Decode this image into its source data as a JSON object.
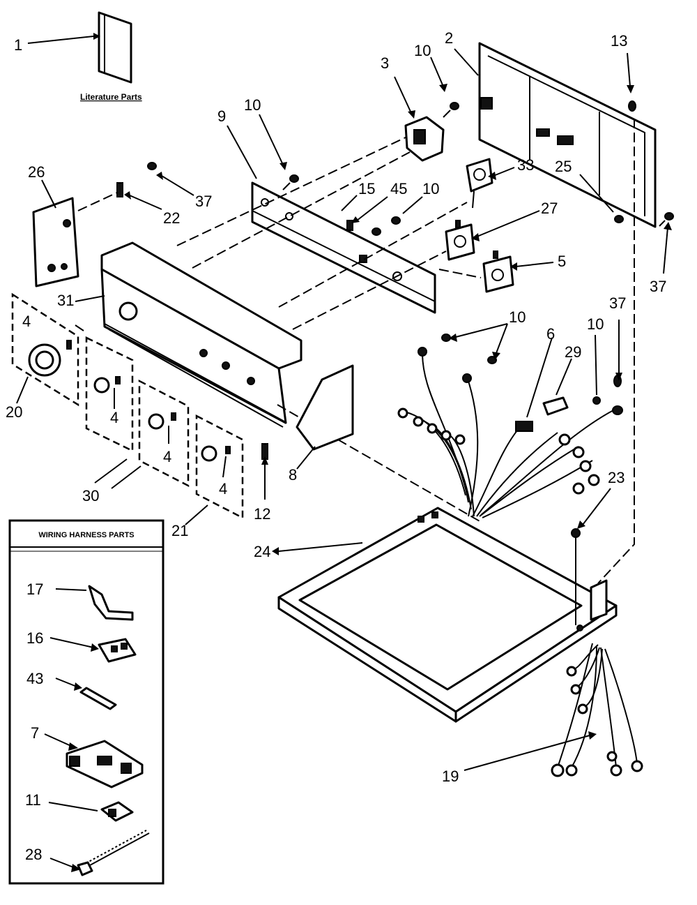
{
  "literature_caption": "Literature Parts",
  "harness_box": {
    "title": "WIRING HARNESS PARTS"
  },
  "callouts": [
    {
      "id": "c1",
      "text": "1"
    },
    {
      "id": "c2",
      "text": "2"
    },
    {
      "id": "c3",
      "text": "3"
    },
    {
      "id": "c10a",
      "text": "10"
    },
    {
      "id": "c13",
      "text": "13"
    },
    {
      "id": "c9",
      "text": "9"
    },
    {
      "id": "c10b",
      "text": "10"
    },
    {
      "id": "c26",
      "text": "26"
    },
    {
      "id": "c37a",
      "text": "37"
    },
    {
      "id": "c22",
      "text": "22"
    },
    {
      "id": "c15",
      "text": "15"
    },
    {
      "id": "c45",
      "text": "45"
    },
    {
      "id": "c10c",
      "text": "10"
    },
    {
      "id": "c33",
      "text": "33"
    },
    {
      "id": "c25",
      "text": "25"
    },
    {
      "id": "c27",
      "text": "27"
    },
    {
      "id": "c5",
      "text": "5"
    },
    {
      "id": "c37b",
      "text": "37"
    },
    {
      "id": "c31",
      "text": "31"
    },
    {
      "id": "c4a",
      "text": "4"
    },
    {
      "id": "c37c",
      "text": "37"
    },
    {
      "id": "c10d",
      "text": "10"
    },
    {
      "id": "c10e",
      "text": "10"
    },
    {
      "id": "c6",
      "text": "6"
    },
    {
      "id": "c29",
      "text": "29"
    },
    {
      "id": "c20",
      "text": "20"
    },
    {
      "id": "c4b",
      "text": "4"
    },
    {
      "id": "c4c",
      "text": "4"
    },
    {
      "id": "c4d",
      "text": "4"
    },
    {
      "id": "c8",
      "text": "8"
    },
    {
      "id": "c30",
      "text": "30"
    },
    {
      "id": "c12",
      "text": "12"
    },
    {
      "id": "c21",
      "text": "21"
    },
    {
      "id": "c23",
      "text": "23"
    },
    {
      "id": "c24",
      "text": "24"
    },
    {
      "id": "c17",
      "text": "17"
    },
    {
      "id": "c16",
      "text": "16"
    },
    {
      "id": "c43",
      "text": "43"
    },
    {
      "id": "c7",
      "text": "7"
    },
    {
      "id": "c11",
      "text": "11"
    },
    {
      "id": "c28",
      "text": "28"
    },
    {
      "id": "c19",
      "text": "19"
    }
  ]
}
